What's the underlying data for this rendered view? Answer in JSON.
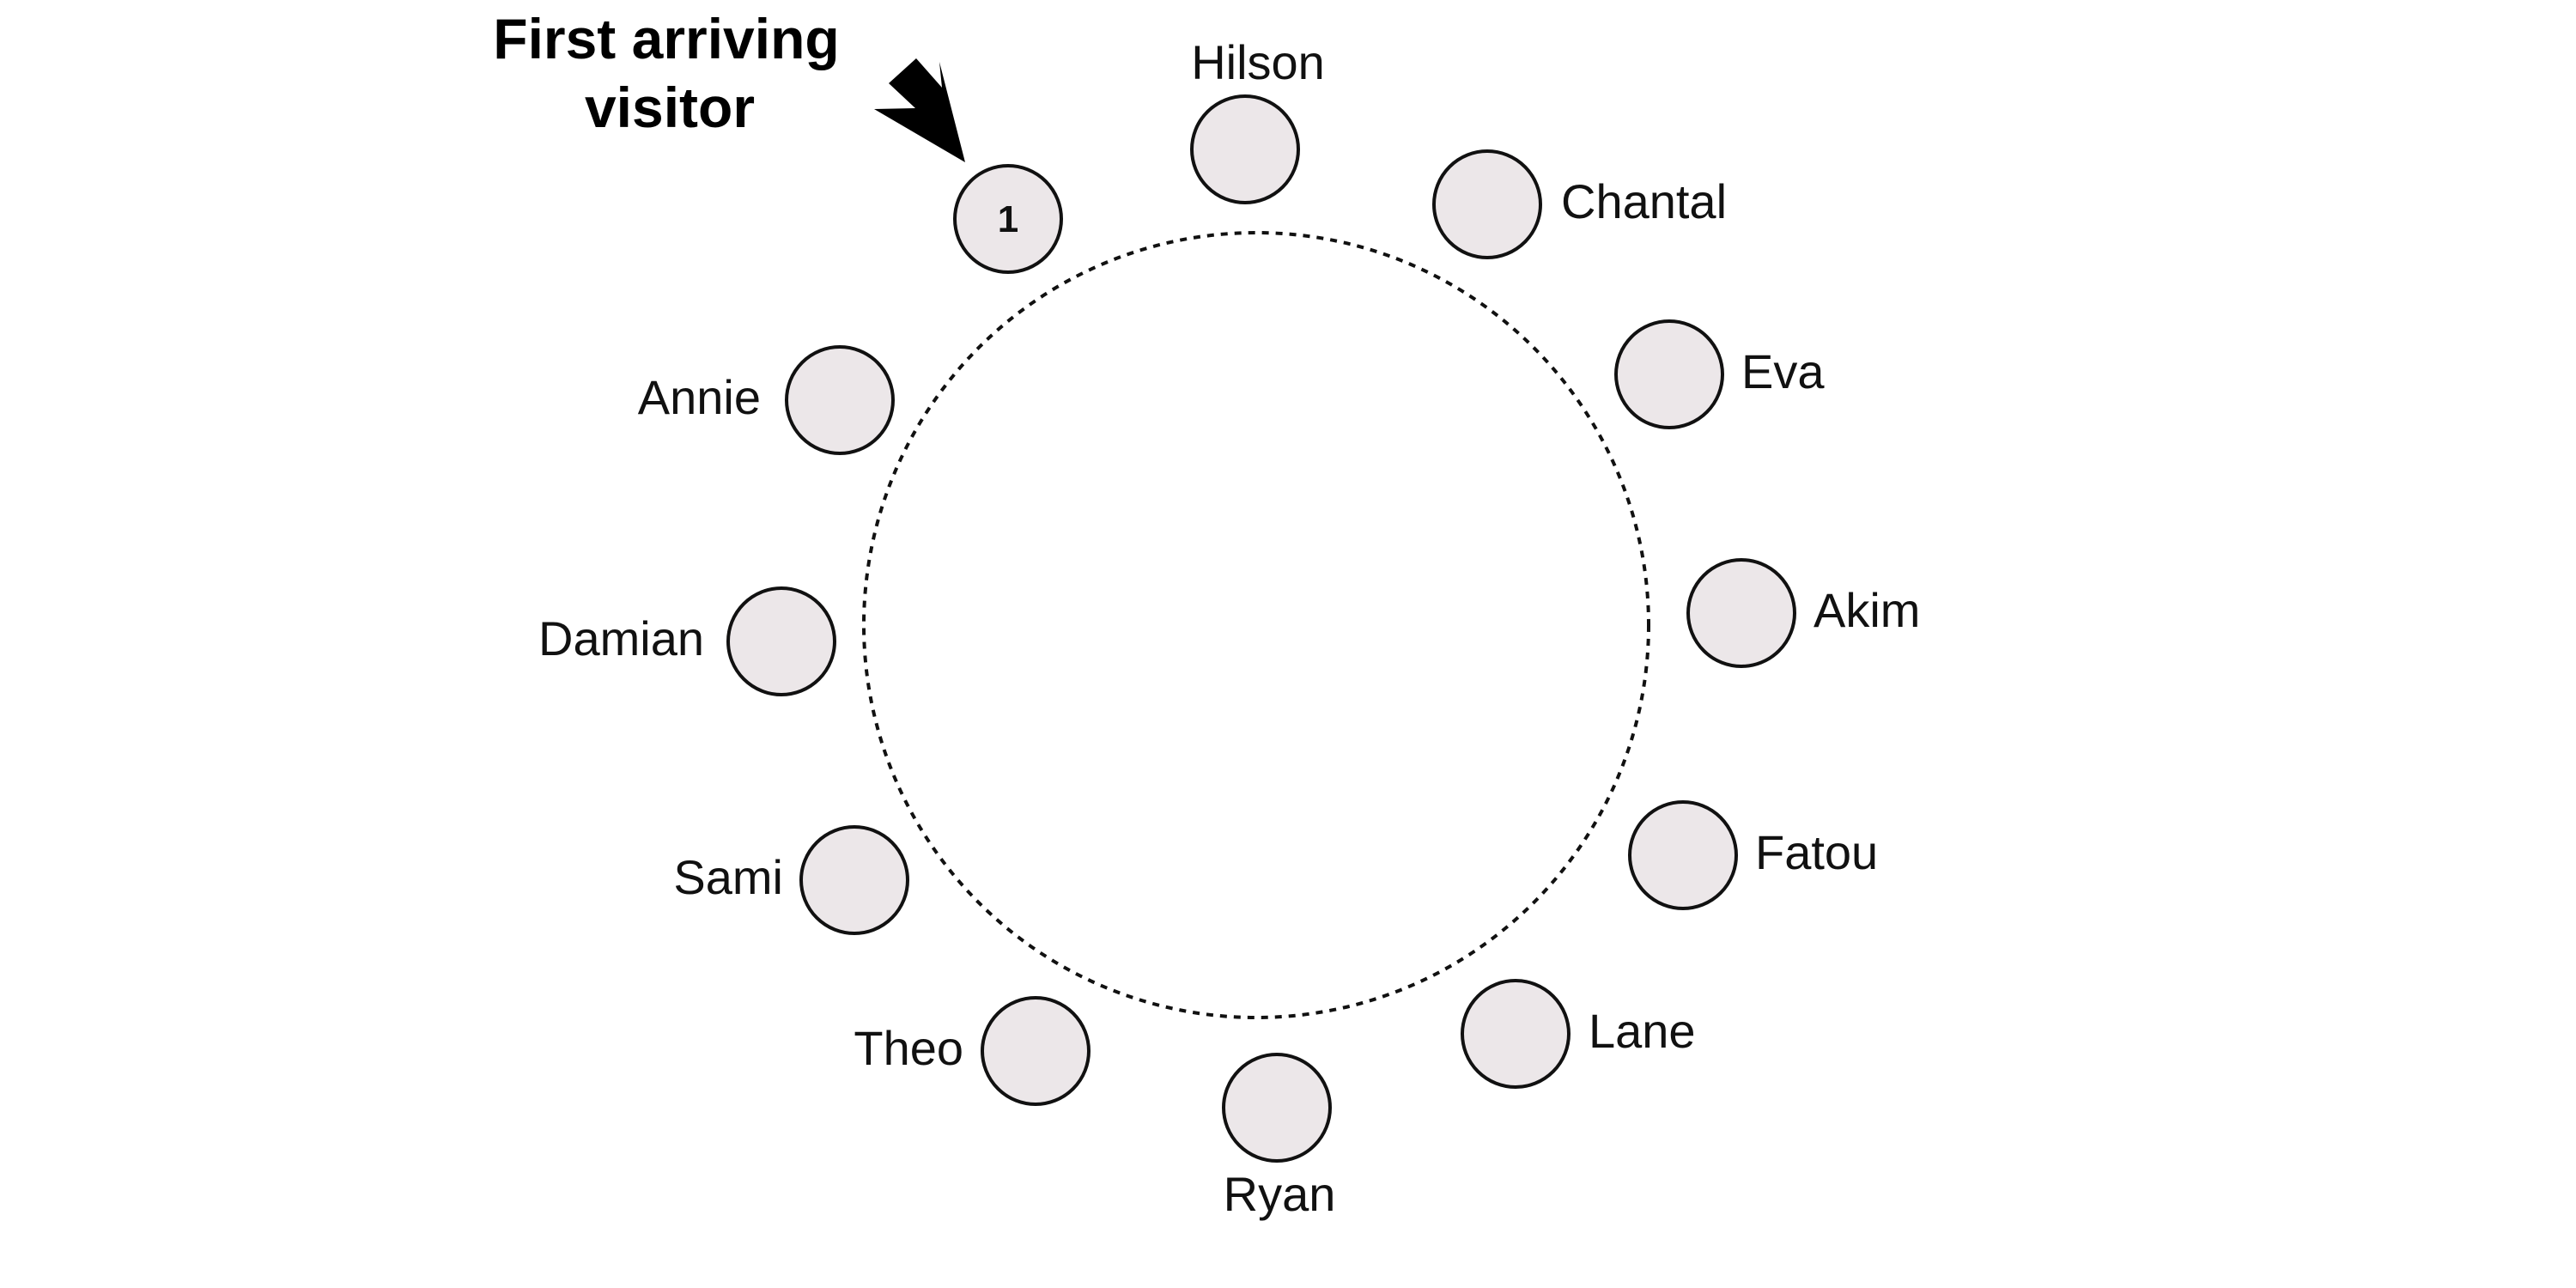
{
  "annotation": {
    "line1": "First arriving",
    "line2": "visitor",
    "icon": "arrow-down-right-icon"
  },
  "colors": {
    "seat_fill": "#ece7e9",
    "outline": "#111111",
    "arrow": "#000000"
  },
  "seats": [
    {
      "name": "",
      "number": "1"
    },
    {
      "name": "Hilson",
      "number": ""
    },
    {
      "name": "Chantal",
      "number": ""
    },
    {
      "name": "Eva",
      "number": ""
    },
    {
      "name": "Akim",
      "number": ""
    },
    {
      "name": "Fatou",
      "number": ""
    },
    {
      "name": "Lane",
      "number": ""
    },
    {
      "name": "Ryan",
      "number": ""
    },
    {
      "name": "Theo",
      "number": ""
    },
    {
      "name": "Sami",
      "number": ""
    },
    {
      "name": "Damian",
      "number": ""
    },
    {
      "name": "Annie",
      "number": ""
    }
  ]
}
